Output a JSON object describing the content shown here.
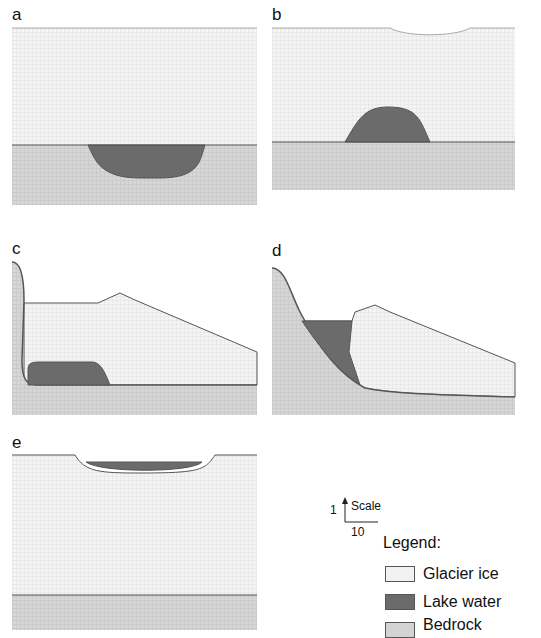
{
  "diagram": {
    "labels": [
      "a",
      "b",
      "c",
      "d",
      "e",
      "1",
      "Scale",
      "10",
      "Legend:"
    ],
    "legend": [
      {
        "text": "Glacier ice",
        "color": "#f2f2f2"
      },
      {
        "text": "Lake water",
        "color": "#6b6b6b"
      },
      {
        "text": "Bedrock",
        "color": "#d3d3d3"
      }
    ]
  }
}
